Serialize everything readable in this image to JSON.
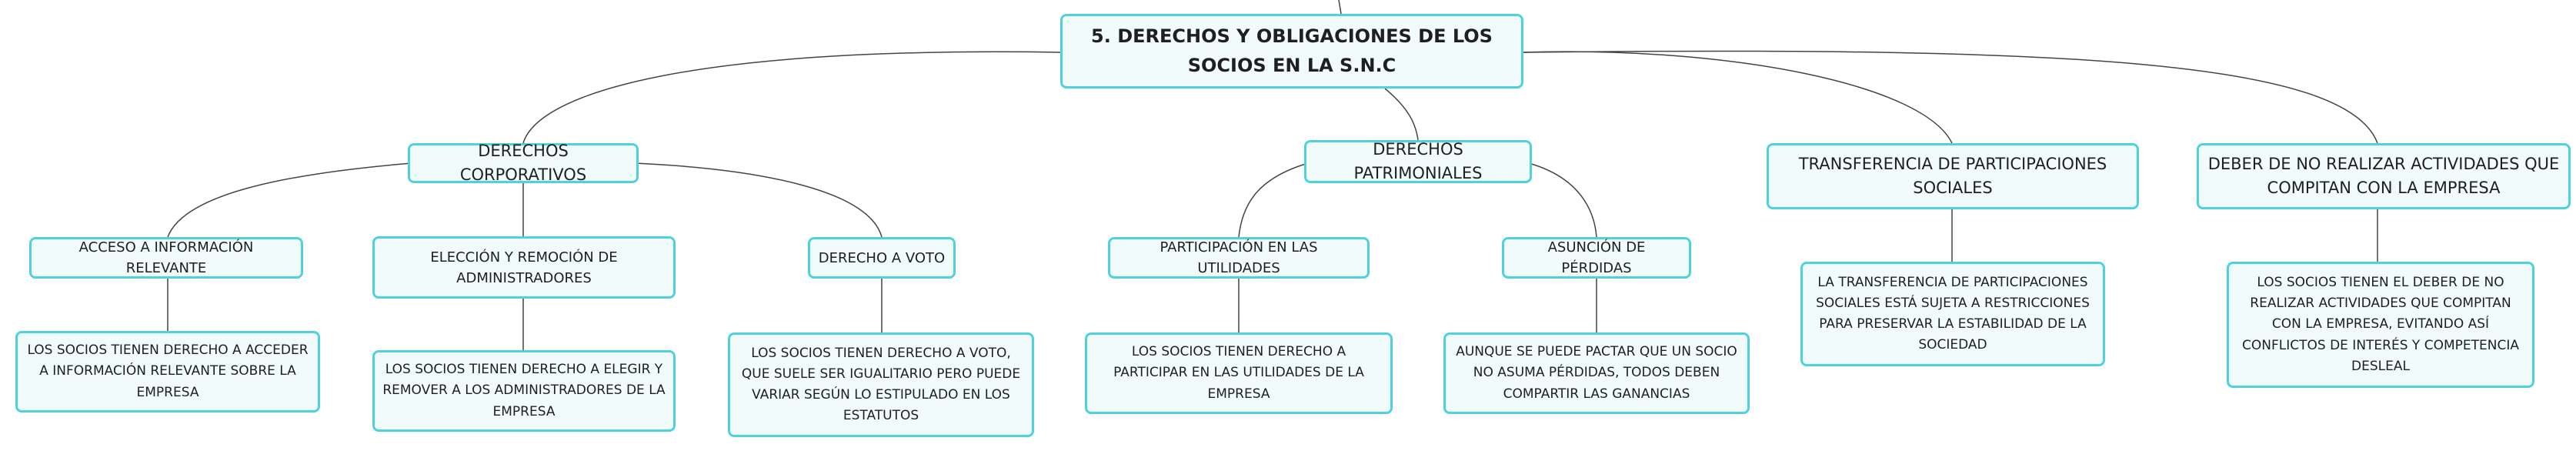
{
  "colors": {
    "node_border": "#4fd2dd",
    "node_fill": "#f1fbfc",
    "connector": "#444444"
  },
  "root": {
    "label": "5. DERECHOS Y OBLIGACIONES DE LOS SOCIOS EN LA S.N.C"
  },
  "corporativos": {
    "label": "DERECHOS CORPORATIVOS",
    "acceso": {
      "label": "ACCESO A INFORMACIÓN RELEVANTE",
      "detail": "LOS SOCIOS TIENEN DERECHO A ACCEDER A INFORMACIÓN RELEVANTE SOBRE LA EMPRESA"
    },
    "eleccion": {
      "label": "ELECCIÓN Y REMOCIÓN DE ADMINISTRADORES",
      "detail": "LOS SOCIOS TIENEN DERECHO A ELEGIR Y REMOVER A LOS ADMINISTRADORES DE LA EMPRESA"
    },
    "voto": {
      "label": "DERECHO A VOTO",
      "detail": "LOS SOCIOS TIENEN DERECHO A VOTO, QUE SUELE SER IGUALITARIO PERO PUEDE VARIAR SEGÚN LO ESTIPULADO EN LOS ESTATUTOS"
    }
  },
  "patrimoniales": {
    "label": "DERECHOS PATRIMONIALES",
    "utilidades": {
      "label": "PARTICIPACIÓN EN LAS UTILIDADES",
      "detail": "LOS SOCIOS TIENEN DERECHO A PARTICIPAR EN LAS UTILIDADES DE LA EMPRESA"
    },
    "perdidas": {
      "label": "ASUNCIÓN DE PÉRDIDAS",
      "detail": "AUNQUE SE PUEDE PACTAR QUE UN SOCIO NO ASUMA PÉRDIDAS, TODOS DEBEN COMPARTIR LAS GANANCIAS"
    }
  },
  "transferencia": {
    "label": "TRANSFERENCIA DE PARTICIPACIONES SOCIALES",
    "detail": "LA TRANSFERENCIA DE PARTICIPACIONES SOCIALES ESTÁ SUJETA A RESTRICCIONES PARA PRESERVAR LA ESTABILIDAD DE LA SOCIEDAD"
  },
  "competencia": {
    "label": "DEBER DE NO REALIZAR ACTIVIDADES QUE COMPITAN CON LA EMPRESA",
    "detail": "LOS SOCIOS TIENEN EL DEBER DE NO REALIZAR ACTIVIDADES QUE COMPITAN CON LA EMPRESA, EVITANDO ASÍ CONFLICTOS DE INTERÉS Y COMPETENCIA DESLEAL"
  }
}
